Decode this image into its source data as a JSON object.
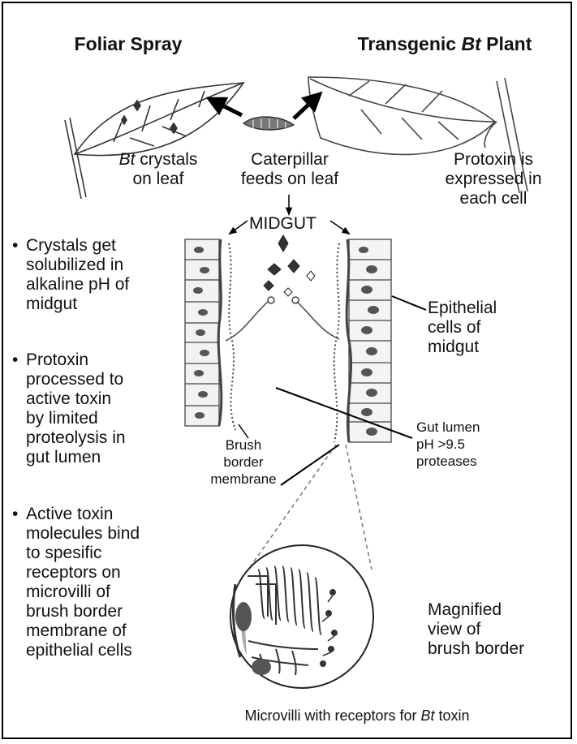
{
  "title_left": "Foliar Spray",
  "title_right_pre": "Transgenic ",
  "title_right_em": "Bt",
  "title_right_post": " Plant",
  "crystals_label_em": "Bt",
  "crystals_label_rest": " crystals",
  "crystals_label_line2": "on leaf",
  "caterpillar_line1": "Caterpillar",
  "caterpillar_line2": "feeds on leaf",
  "protoxin_line1": "Protoxin is",
  "protoxin_line2": "expressed in",
  "protoxin_line3": "each cell",
  "midgut": "MIDGUT",
  "bullets": [
    {
      "lines": [
        "Crystals get",
        "solubilized in",
        "alkaline pH of",
        "midgut"
      ]
    },
    {
      "lines": [
        "Protoxin",
        "processed to",
        "active toxin",
        "by limited",
        "proteolysis in",
        "gut lumen"
      ]
    },
    {
      "lines": [
        "Active toxin",
        "molecules bind",
        "to spesific",
        "receptors on",
        "microvilli of",
        "brush border",
        "membrane of",
        "epithelial cells"
      ]
    }
  ],
  "epithelial": [
    "Epithelial",
    "cells of",
    "midgut"
  ],
  "gut_lumen": [
    "Gut lumen",
    "pH >9.5",
    "proteases"
  ],
  "brush_border": [
    "Brush",
    "border",
    "membrane"
  ],
  "magnified": [
    "Magnified",
    "view of",
    "brush border"
  ],
  "caption_pre": "Microvilli with receptors for ",
  "caption_em": "Bt",
  "caption_post": " toxin"
}
